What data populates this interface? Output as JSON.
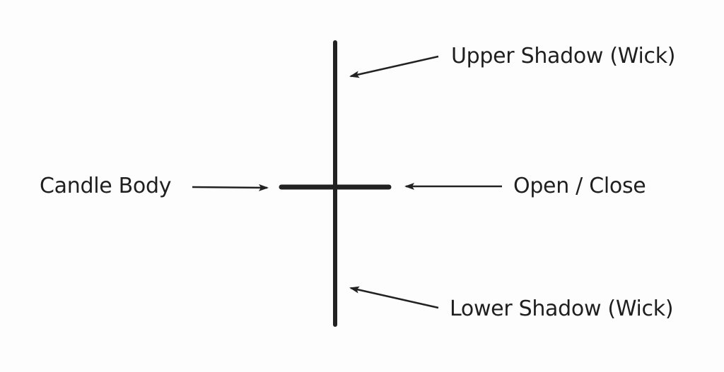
{
  "diagram": {
    "labels": {
      "upper_shadow": "Upper Shadow (Wick)",
      "candle_body": "Candle Body",
      "open_close": "Open / Close",
      "lower_shadow": "Lower Shadow (Wick)"
    },
    "colors": {
      "stroke": "#222222",
      "text": "#1f1f1f",
      "background": "#fdfdfd"
    }
  }
}
